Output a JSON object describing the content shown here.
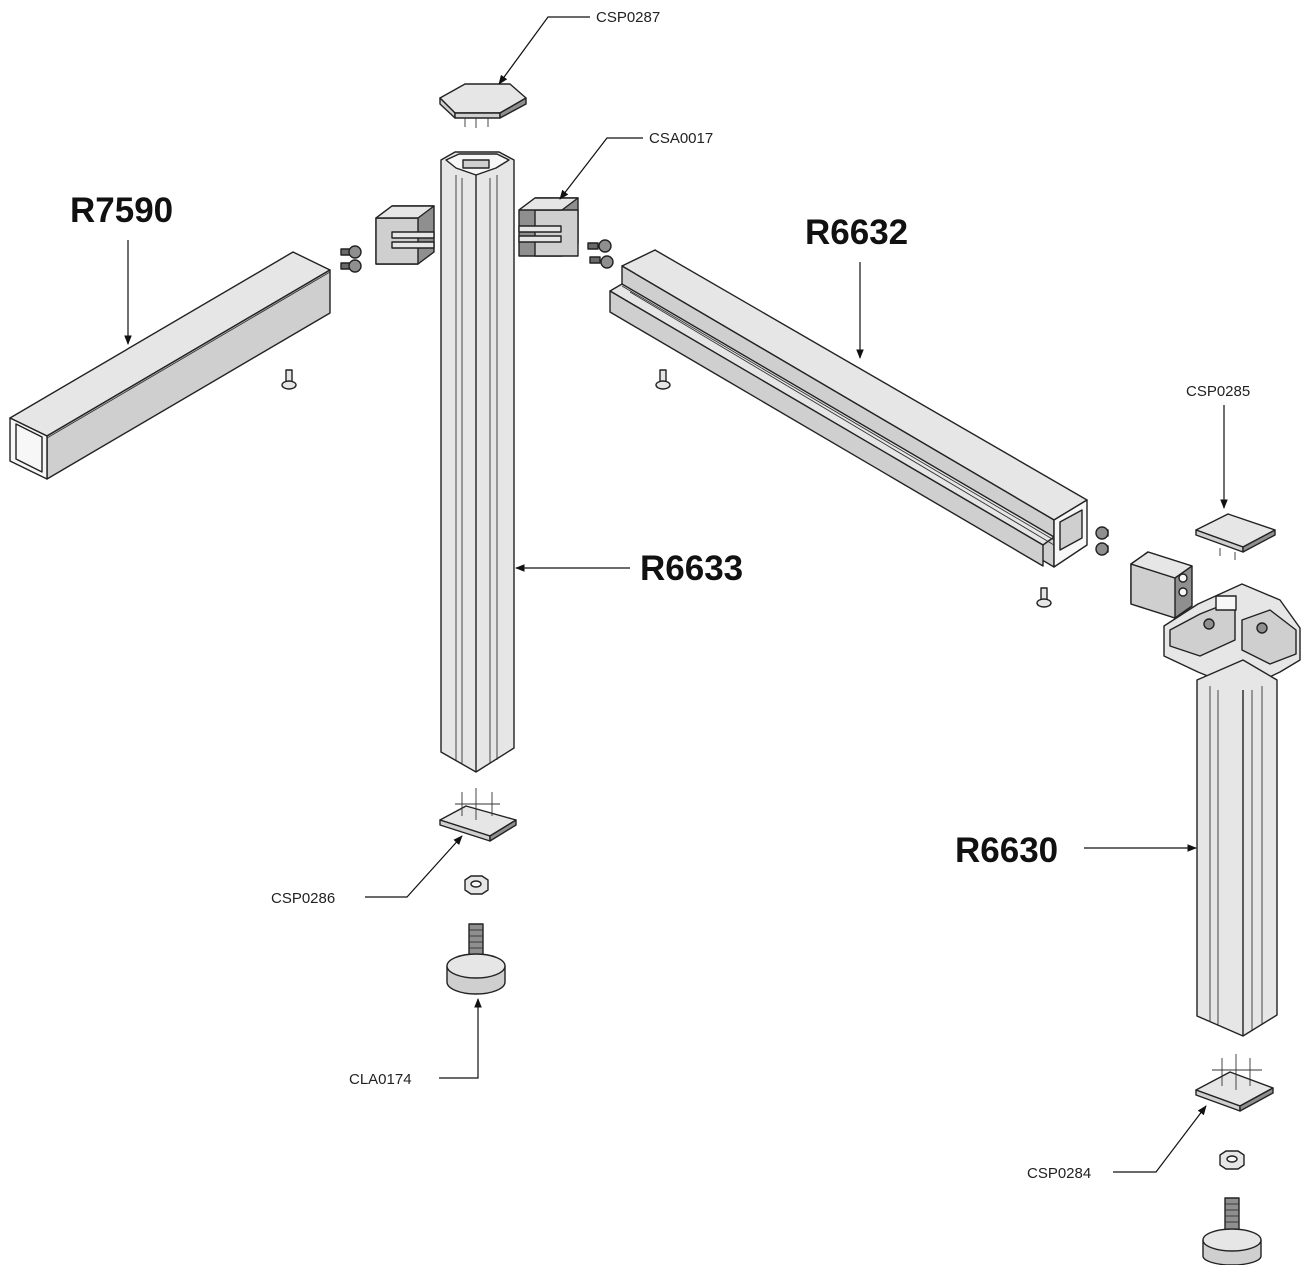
{
  "diagram": {
    "profile_labels": {
      "r7590": "R7590",
      "r6632": "R6632",
      "r6633": "R6633",
      "r6630": "R6630"
    },
    "part_labels": {
      "csp0287": "CSP0287",
      "csa0017": "CSA0017",
      "csp0285": "CSP0285",
      "csp0286": "CSP0286",
      "cla0174": "CLA0174",
      "csp0284": "CSP0284"
    },
    "colors": {
      "line": "#222222",
      "face_light": "#e6e6e6",
      "face_mid": "#cfcfcf",
      "part_dark": "#8f8f8f"
    }
  }
}
